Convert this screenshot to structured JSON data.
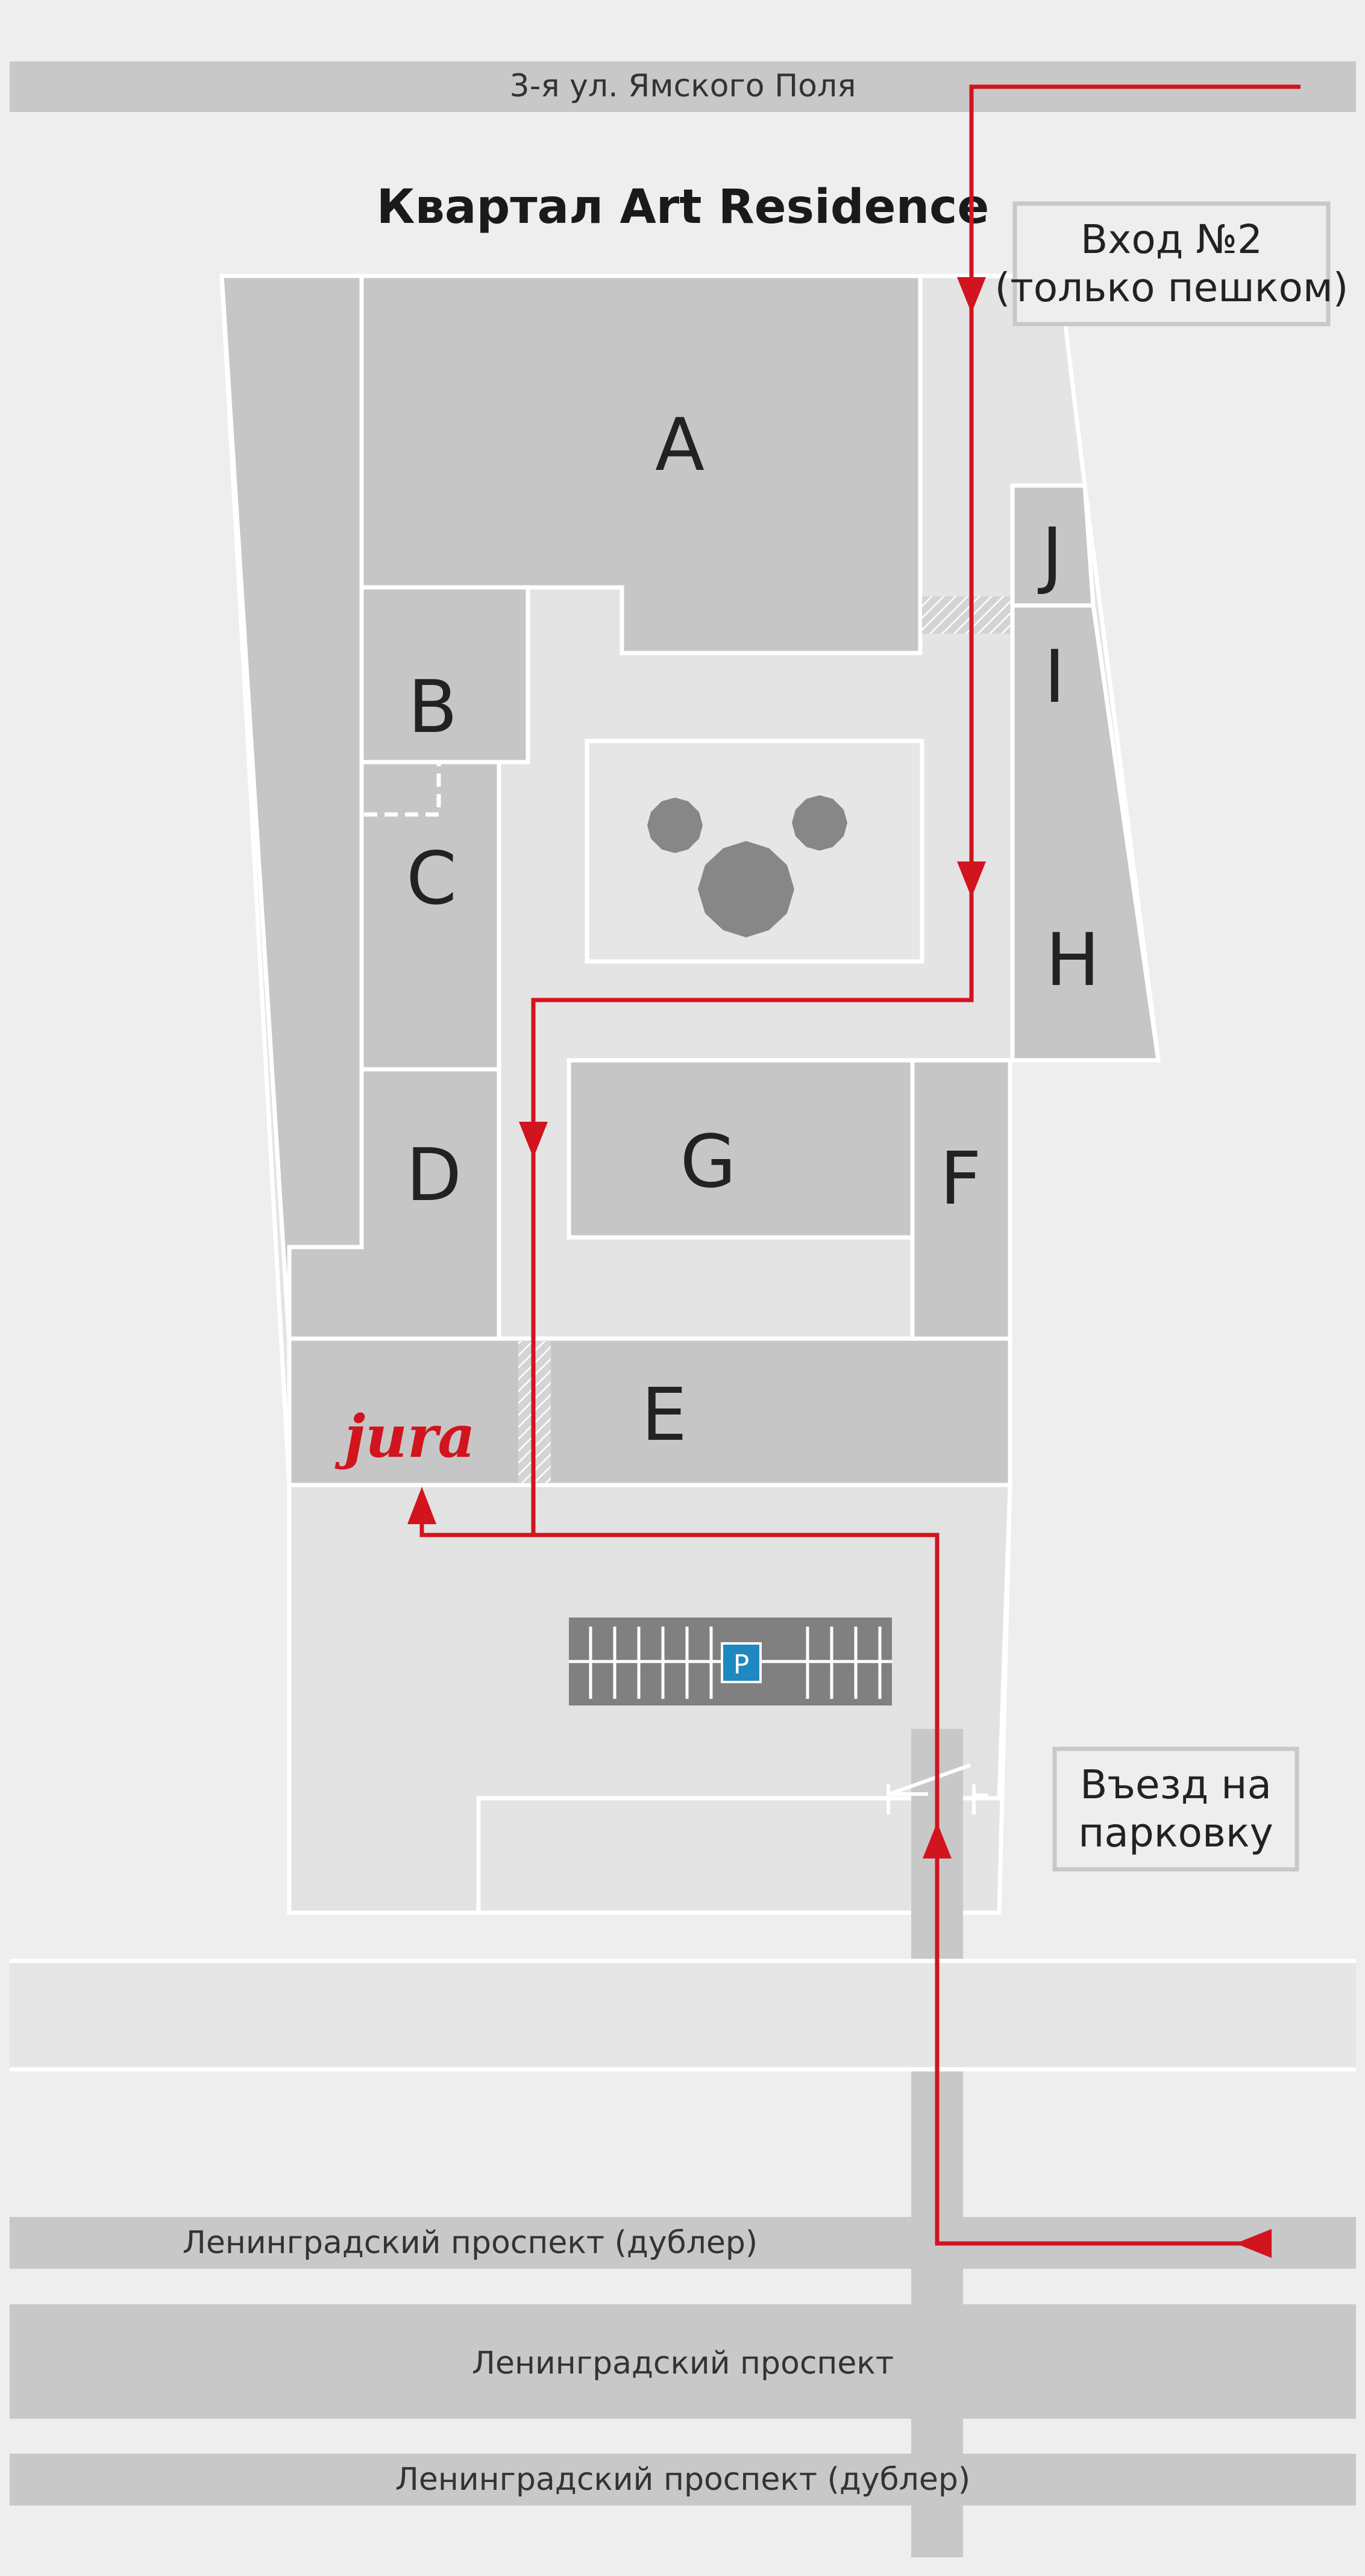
{
  "map": {
    "title": "Квартал Art Residence",
    "roads": {
      "top_street": "3-я ул. Ямского Поля",
      "service_road_upper": "Ленинградский проспект (дублер)",
      "main_avenue": "Ленинградский проспект",
      "service_road_lower": "Ленинградский проспект (дублер)"
    },
    "buildings": [
      "A",
      "B",
      "C",
      "D",
      "E",
      "F",
      "G",
      "H",
      "I",
      "J"
    ],
    "entrance_pedestrian": {
      "line1": "Вход №2",
      "line2": "(только пешком)"
    },
    "entrance_parking": {
      "line1": "Въезд на",
      "line2": "парковку"
    },
    "parking_badge": "P",
    "brand_logo": "jura",
    "colors": {
      "background": "#eeeeee",
      "road": "#c8c8c8",
      "building": "#c6c6c6",
      "courtyard": "#e4e4e4",
      "parking": "#808080",
      "parking_badge": "#1f88c0",
      "route": "#d2141e"
    }
  }
}
